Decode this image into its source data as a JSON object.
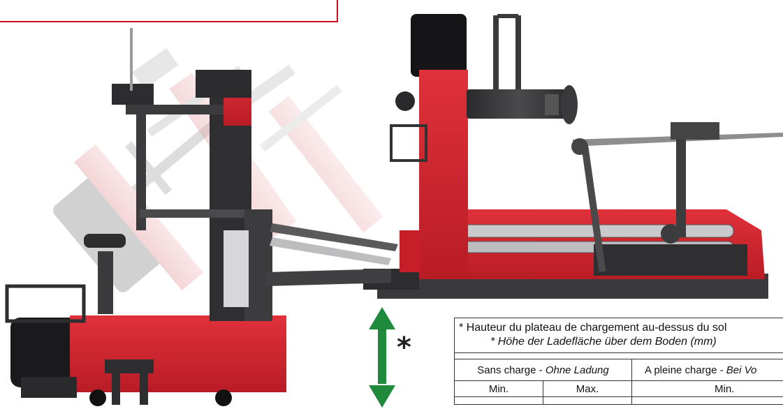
{
  "table": {
    "heading_fr": "Hauteur du plateau de chargement au-dessus du sol",
    "heading_de": "Höhe der Ladefläche über dem Boden (mm)",
    "marker": "*",
    "col_unloaded_fr": "Sans charge - ",
    "col_unloaded_de": "Ohne Ladung",
    "col_loaded_fr": "A pleine charge - ",
    "col_loaded_de": "Bei Vo",
    "min_label": "Min.",
    "max_label": "Max.",
    "min_label_2": "Min."
  },
  "height_marker": "*",
  "colors": {
    "machine_red": "#d8252f",
    "frame_dark": "#3a3a3c",
    "arrow_green": "#1f8a3b",
    "box_red": "#c8101e"
  },
  "icons": [
    "double-arrow-icon"
  ]
}
